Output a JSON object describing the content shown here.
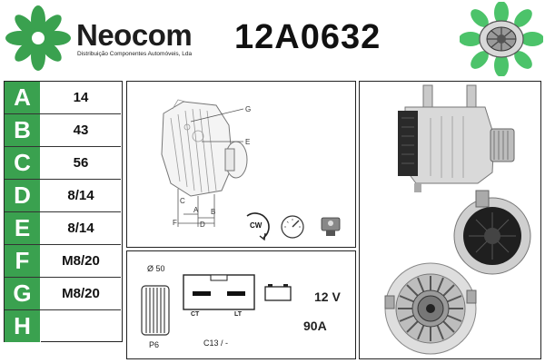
{
  "header": {
    "brand_name": "Neocom",
    "brand_tagline": "Distribuição Componentes Automóveis, Lda",
    "part_number": "12A0632"
  },
  "colors": {
    "accent_green": "#3aa14f",
    "border": "#222222"
  },
  "specs": [
    {
      "letter": "A",
      "value": "14"
    },
    {
      "letter": "B",
      "value": "43"
    },
    {
      "letter": "C",
      "value": "56"
    },
    {
      "letter": "D",
      "value": "8/14"
    },
    {
      "letter": "E",
      "value": "8/14"
    },
    {
      "letter": "F",
      "value": "M8/20"
    },
    {
      "letter": "G",
      "value": "M8/20"
    },
    {
      "letter": "H",
      "value": ""
    }
  ],
  "diagram": {
    "labels": {
      "g": "G",
      "e": "E",
      "c": "C",
      "a": "A",
      "b": "B",
      "f": "F",
      "d": "D"
    },
    "rotation_icon_text": "CW"
  },
  "connector": {
    "pulley_diameter": "Ø 50",
    "pulley_type": "P6",
    "terminal_ct": "CT",
    "terminal_lt": "LT",
    "connector_code": "C13 / -",
    "voltage": "12 V",
    "amperage": "90A"
  },
  "icons": [
    "neocom-logo-icon",
    "alternator-thumbnail-icon",
    "clockwise-rotation-icon",
    "gauge-icon",
    "regulator-icon",
    "battery-icon",
    "pulley-icon",
    "connector-plug-icon",
    "alternator-photo-icon"
  ]
}
